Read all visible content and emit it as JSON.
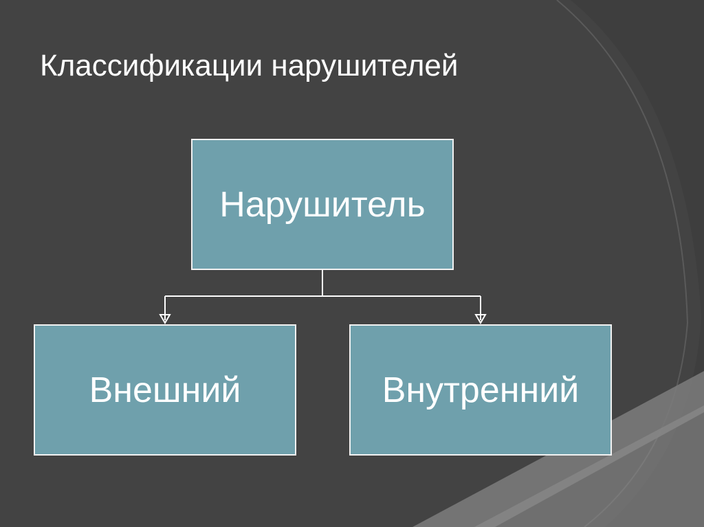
{
  "slide": {
    "title": "Классификации нарушителей"
  },
  "diagram": {
    "root": {
      "label": "Нарушитель"
    },
    "children": [
      {
        "label": "Внешний"
      },
      {
        "label": "Внутренний"
      }
    ]
  },
  "colors": {
    "background": "#3e3e3e",
    "background_curve": "#4a4a4a",
    "background_band": "#8a8a8a",
    "node_fill": "#6fa0ac",
    "node_border": "#f2f2f2",
    "connector": "#ffffff",
    "text": "#ffffff"
  }
}
